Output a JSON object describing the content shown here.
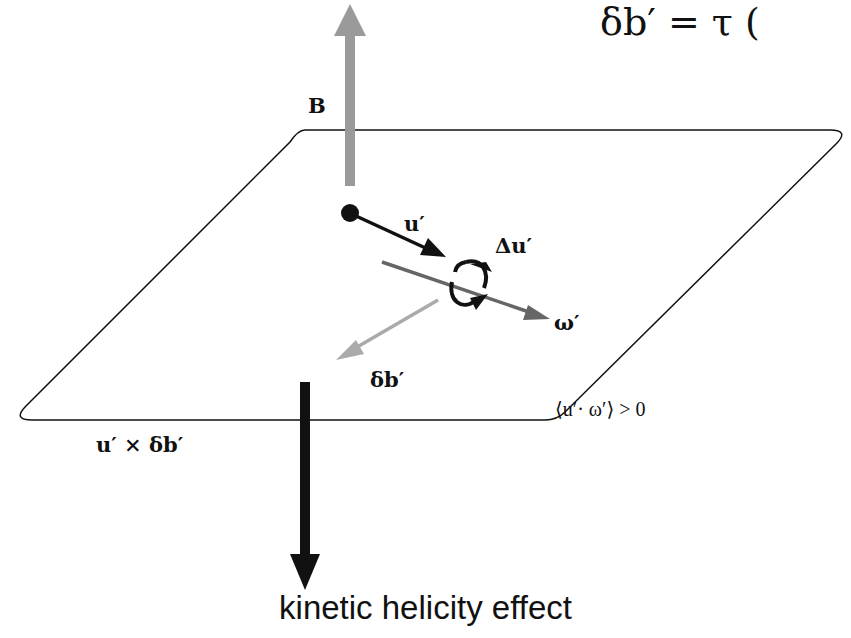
{
  "diagram": {
    "caption": "kinetic helicity effect",
    "labels": [
      "δb′ = τ (",
      "B",
      "u′",
      "Δu′",
      "ω′",
      "δb′",
      "⟨u′· ω′⟩ > 0",
      "u′ × δb′"
    ]
  }
}
